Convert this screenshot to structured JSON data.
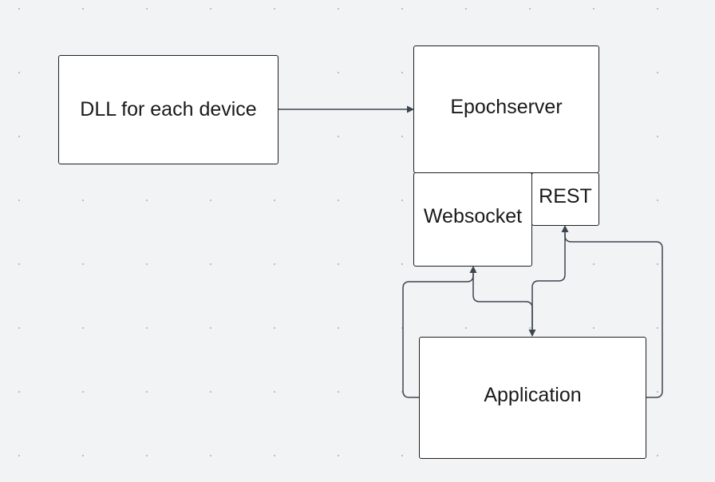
{
  "diagram": {
    "nodes": [
      {
        "id": "dll",
        "label": "DLL for each device"
      },
      {
        "id": "epochserver",
        "label": "Epochserver"
      },
      {
        "id": "websocket",
        "label": "Websocket"
      },
      {
        "id": "rest",
        "label": "REST"
      },
      {
        "id": "application",
        "label": "Application"
      }
    ],
    "edges": [
      {
        "from": "dll",
        "to": "epochserver"
      },
      {
        "from": "websocket",
        "to": "application"
      },
      {
        "from": "application",
        "to": "websocket"
      },
      {
        "from": "rest",
        "to": "application"
      },
      {
        "from": "application",
        "to": "rest"
      }
    ],
    "colors": {
      "background": "#f2f3f5",
      "box_fill": "#ffffff",
      "box_border": "#1f1f1f",
      "connector": "#3d4650",
      "grid_dot": "#b9bcc1"
    }
  }
}
